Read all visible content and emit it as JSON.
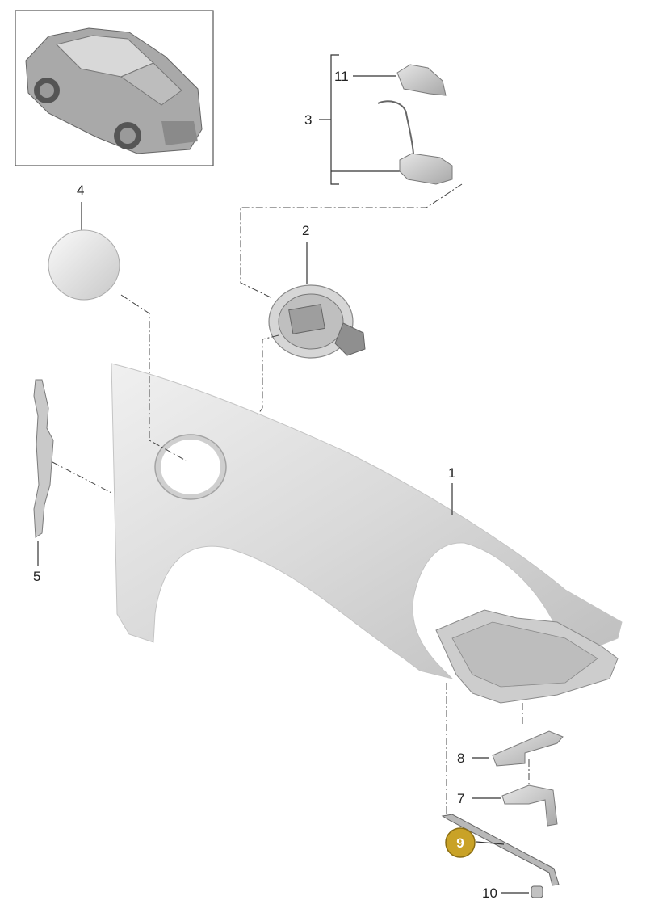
{
  "callouts": {
    "p1": "1",
    "p2": "2",
    "p3": "3",
    "p4": "4",
    "p5": "5",
    "p7": "7",
    "p8": "8",
    "p9": "9",
    "p10": "10",
    "p11": "11"
  },
  "highlight": {
    "part": "9",
    "badge_color": "#c9a227",
    "badge_stroke": "#8a6d12"
  }
}
